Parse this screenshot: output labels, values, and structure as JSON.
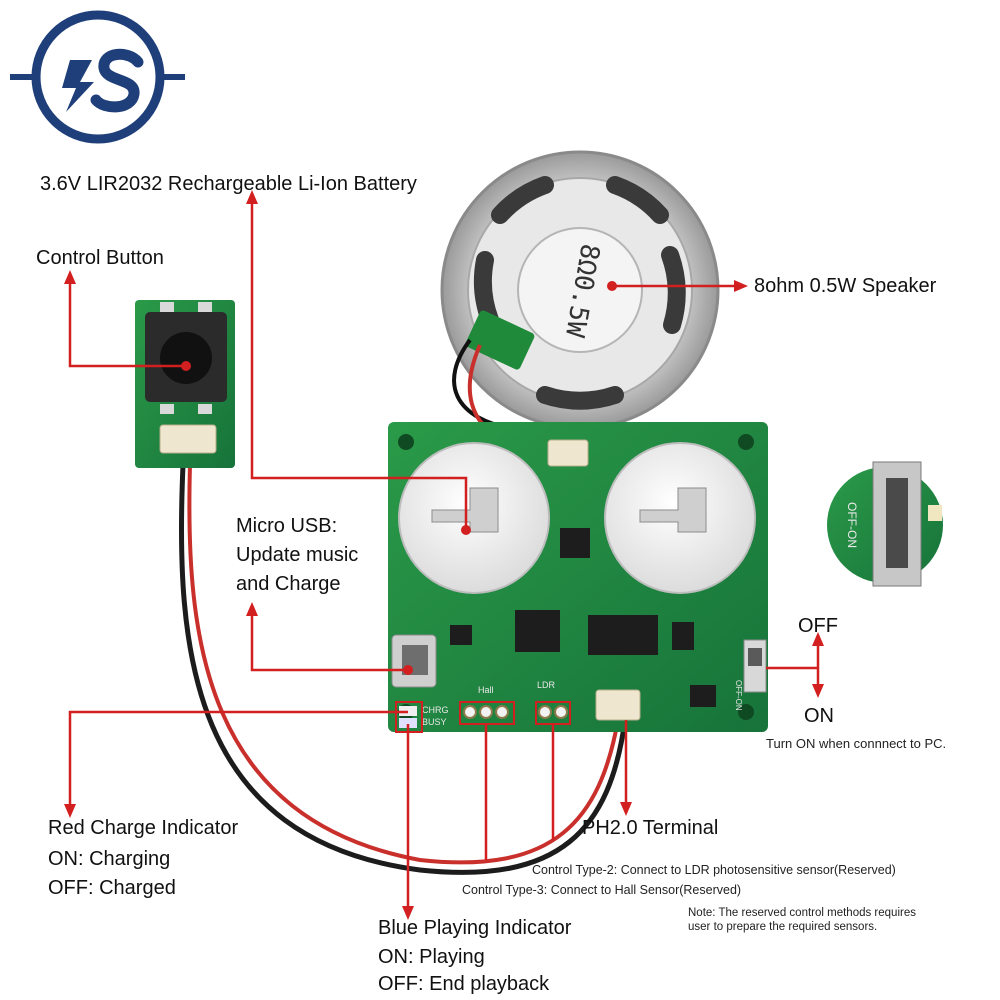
{
  "labels": {
    "battery": "3.6V LIR2032 Rechargeable Li-Ion Battery",
    "control_button": "Control Button",
    "speaker": "8ohm 0.5W Speaker",
    "micro_usb": [
      "Micro USB:",
      "Update music",
      "and Charge"
    ],
    "off": "OFF",
    "on": "ON",
    "turn_on_note": "Turn ON when connnect to PC.",
    "red_indicator": [
      "Red Charge Indicator",
      "ON: Charging",
      "OFF: Charged"
    ],
    "ph_terminal": "PH2.0 Terminal",
    "control_type_2": "Control Type-2: Connect to LDR photosensitive sensor(Reserved)",
    "control_type_3": "Control Type-3: Connect to Hall Sensor(Reserved)",
    "note": [
      "Note: The reserved control methods requires",
      "user to prepare the required sensors."
    ],
    "blue_indicator": [
      "Blue Playing Indicator",
      "ON: Playing",
      "OFF: End playback"
    ]
  },
  "pcb_silkscreen": {
    "chrg": "CHRG",
    "busy": "BUSY",
    "hall": "Hall",
    "ldr": "LDR",
    "off_on": "OFF-ON",
    "speaker_marking": "8Ω0.5W"
  },
  "colors": {
    "pointer_red": "#d21f1f",
    "pcb_green": "#1f8a3a",
    "accent_blue": "#1f3f7a"
  }
}
